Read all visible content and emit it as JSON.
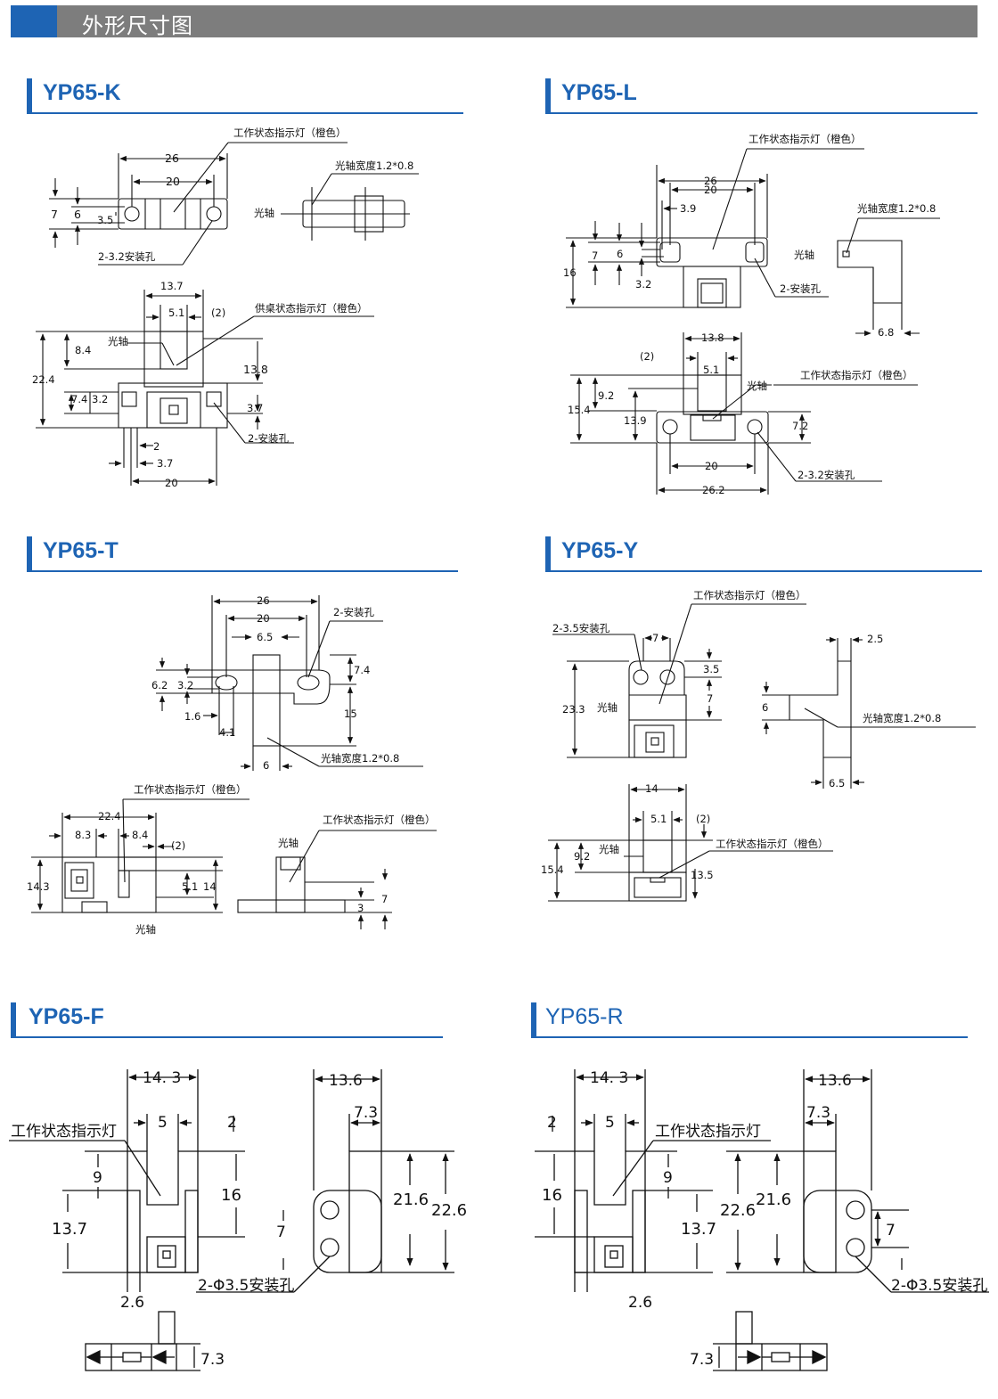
{
  "header": {
    "title": "外形尺寸图"
  },
  "sections": {
    "k": {
      "name": "YP65-K"
    },
    "l": {
      "name": "YP65-L"
    },
    "t": {
      "name": "YP65-T"
    },
    "y": {
      "name": "YP65-Y"
    },
    "f": {
      "name": "YP65-F"
    },
    "r": {
      "name": "YP65-R"
    }
  },
  "labels": {
    "indicator_orange": "工作状态指示灯（橙色）",
    "indicator_orange_k2": "供桌状态指示灯（橙色）",
    "indicator": "工作状态指示灯",
    "shaft": "光轴",
    "shaft_width": "光轴宽度1.2*0.8",
    "mount_2_32": "2-3.2安装孔",
    "mount_2": "2-安装孔",
    "mount_2_35": "2-3.5安装孔",
    "mount_2_phi35": "2-Φ3.5安装孔"
  },
  "dims": {
    "k": {
      "d26": "26",
      "d20": "20",
      "d7": "7",
      "d6": "6",
      "d35": "3.5",
      "d137": "13.7",
      "d51": "5.1",
      "p2": "(2)",
      "d84": "8.4",
      "d224": "22.4",
      "d138": "13.8",
      "d74": "7.4",
      "d32": "3.2",
      "d37a": "3.7",
      "d2": "2",
      "d37b": "3.7",
      "d20b": "20"
    },
    "l": {
      "d26": "26",
      "d20": "20",
      "d39": "3.9",
      "d16": "16",
      "d7": "7",
      "d6": "6",
      "d32": "3.2",
      "d68": "6.8",
      "d138": "13.8",
      "p2": "(2)",
      "d51": "5.1",
      "d92": "9.2",
      "d154": "15.4",
      "d139": "13.9",
      "d72": "7.2",
      "d20b": "20",
      "d262": "26.2"
    },
    "t": {
      "d26": "26",
      "d20": "20",
      "d65": "6.5",
      "d62": "6.2",
      "d32": "3.2",
      "d74": "7.4",
      "d15": "15",
      "d16": "1.6",
      "d41": "4.1",
      "d6": "6",
      "d224": "22.4",
      "d83": "8.3",
      "d84": "8.4",
      "p2": "(2)",
      "d143": "14.3",
      "d51": "5.1",
      "d14": "14",
      "d7": "7",
      "d3": "3"
    },
    "y": {
      "d7": "7",
      "d35": "3.5",
      "d233": "23.3",
      "d7b": "7",
      "d25": "2.5",
      "d6": "6",
      "d65": "6.5",
      "d14": "14",
      "d51": "5.1",
      "p2": "(2)",
      "d92": "9.2",
      "d154": "15.4",
      "d135": "13.5"
    },
    "f": {
      "d143": "14. 3",
      "d5": "5",
      "p2": "2",
      "d9": "9",
      "d16": "16",
      "d137": "13.7",
      "d26": "2.6",
      "d136": "13.6",
      "d73": "7.3",
      "d216": "21.6",
      "d226": "22.6",
      "d7": "7",
      "d73b": "7.3"
    },
    "r": {
      "d143": "14. 3",
      "d5": "5",
      "p2": "2",
      "d9": "9",
      "d16": "16",
      "d137": "13.7",
      "d26": "2.6",
      "d136": "13.6",
      "d73": "7.3",
      "d226": "22.6",
      "d216": "21.6",
      "d7": "7",
      "d73b": "7.3"
    }
  }
}
